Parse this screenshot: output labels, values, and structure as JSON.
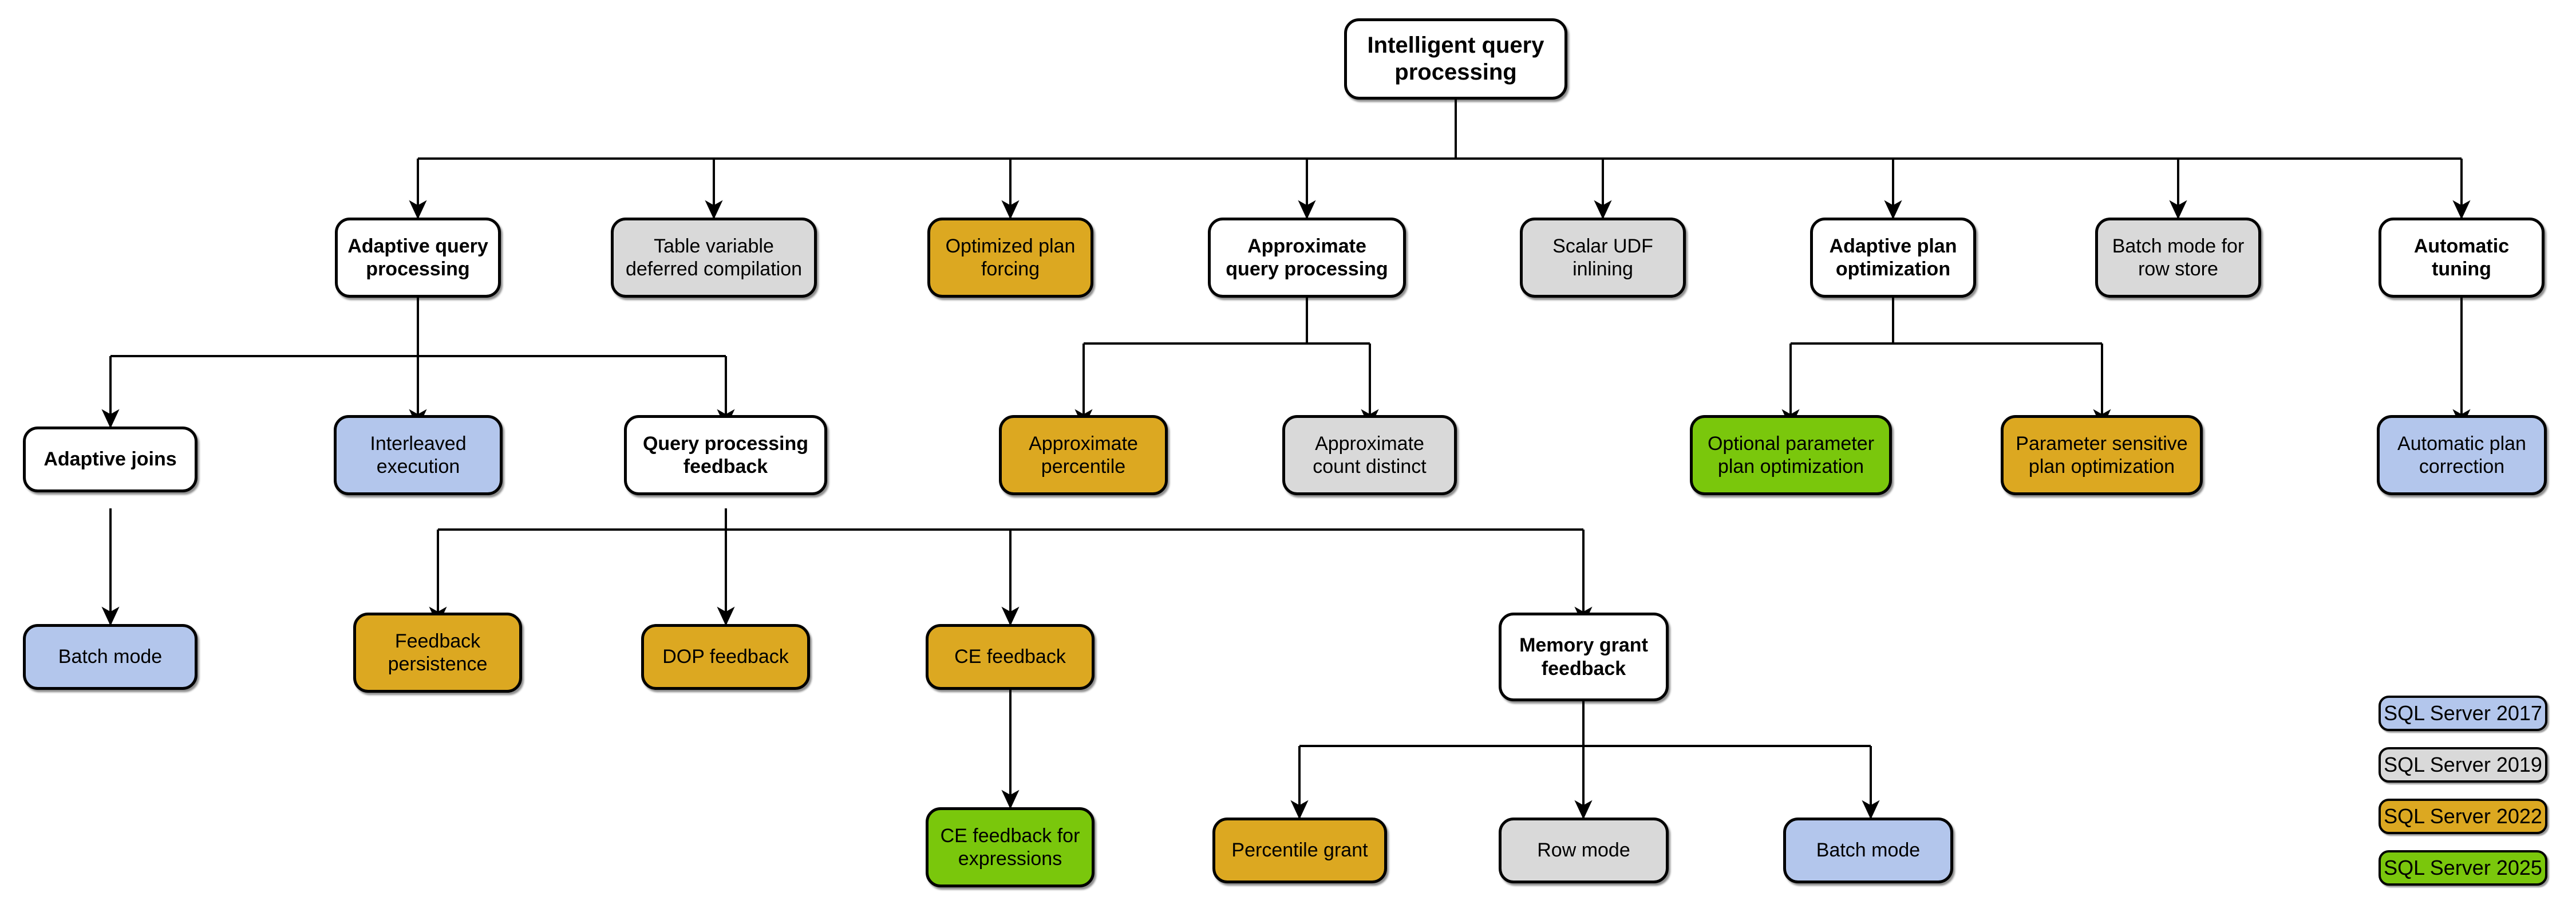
{
  "diagram": {
    "title": "Intelligent query processing",
    "colors": {
      "white": "#ffffff",
      "gray": "#d9d9d9",
      "orange": "#dca821",
      "blue": "#b3c6ec",
      "green": "#7ac70c",
      "stroke": "#000000"
    },
    "nodes": {
      "root": {
        "label": "Intelligent query\nprocessing",
        "fill": "white",
        "bold": true
      },
      "adaptive_query_processing": {
        "label": "Adaptive query\nprocessing",
        "fill": "white",
        "bold": true
      },
      "table_variable_deferred_compilation": {
        "label": "Table variable\ndeferred compilation",
        "fill": "gray",
        "bold": false
      },
      "optimized_plan_forcing": {
        "label": "Optimized plan\nforcing",
        "fill": "orange",
        "bold": false
      },
      "approximate_query_processing": {
        "label": "Approximate\nquery processing",
        "fill": "white",
        "bold": true
      },
      "scalar_udf_inlining": {
        "label": "Scalar UDF\ninlining",
        "fill": "gray",
        "bold": false
      },
      "adaptive_plan_optimization": {
        "label": "Adaptive plan\noptimization",
        "fill": "white",
        "bold": true
      },
      "batch_mode_for_row_store": {
        "label": "Batch mode for\nrow store",
        "fill": "gray",
        "bold": false
      },
      "automatic_tuning": {
        "label": "Automatic\ntuning",
        "fill": "white",
        "bold": true
      },
      "adaptive_joins": {
        "label": "Adaptive joins",
        "fill": "white",
        "bold": true
      },
      "interleaved_execution": {
        "label": "Interleaved\nexecution",
        "fill": "blue",
        "bold": false
      },
      "query_processing_feedback": {
        "label": "Query processing\nfeedback",
        "fill": "white",
        "bold": true
      },
      "approximate_percentile": {
        "label": "Approximate\npercentile",
        "fill": "orange",
        "bold": false
      },
      "approximate_count_distinct": {
        "label": "Approximate\ncount distinct",
        "fill": "gray",
        "bold": false
      },
      "optional_parameter_plan_optimization": {
        "label": "Optional parameter\nplan optimization",
        "fill": "green",
        "bold": false
      },
      "parameter_sensitive_plan_optimization": {
        "label": "Parameter sensitive\nplan optimization",
        "fill": "orange",
        "bold": false
      },
      "automatic_plan_correction": {
        "label": "Automatic plan\ncorrection",
        "fill": "blue",
        "bold": false
      },
      "batch_mode": {
        "label": "Batch mode",
        "fill": "blue",
        "bold": false
      },
      "feedback_persistence": {
        "label": "Feedback\npersistence",
        "fill": "orange",
        "bold": false
      },
      "dop_feedback": {
        "label": "DOP feedback",
        "fill": "orange",
        "bold": false
      },
      "ce_feedback": {
        "label": "CE feedback",
        "fill": "orange",
        "bold": false
      },
      "memory_grant_feedback": {
        "label": "Memory grant\nfeedback",
        "fill": "white",
        "bold": true
      },
      "ce_feedback_for_expressions": {
        "label": "CE feedback for\nexpressions",
        "fill": "green",
        "bold": false
      },
      "percentile_grant": {
        "label": "Percentile grant",
        "fill": "orange",
        "bold": false
      },
      "row_mode": {
        "label": "Row mode",
        "fill": "gray",
        "bold": false
      },
      "batch_mode_mgf": {
        "label": "Batch mode",
        "fill": "blue",
        "bold": false
      }
    },
    "legend": [
      {
        "label": "SQL Server 2017",
        "fill": "blue"
      },
      {
        "label": "SQL Server 2019",
        "fill": "gray"
      },
      {
        "label": "SQL Server 2022",
        "fill": "orange"
      },
      {
        "label": "SQL Server 2025",
        "fill": "green"
      }
    ]
  }
}
